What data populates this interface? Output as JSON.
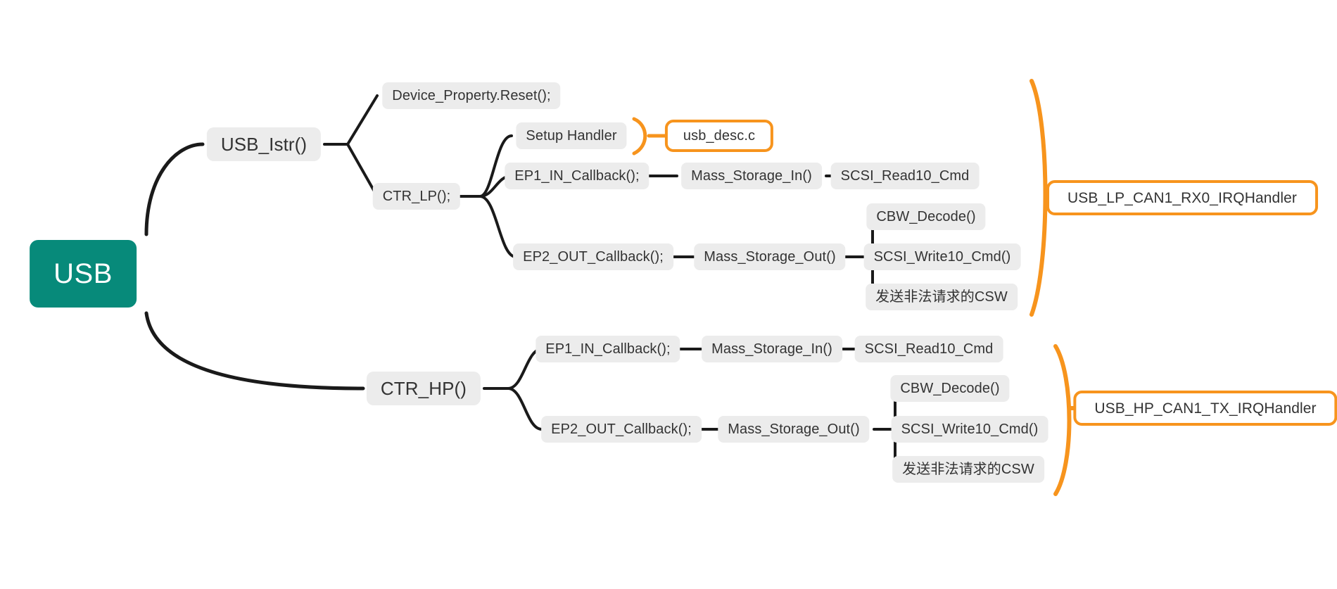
{
  "diagram": {
    "type": "mindmap",
    "title": "USB",
    "background": "#ffffff",
    "colors": {
      "root_fill": "#078a7a",
      "root_text": "#ffffff",
      "node_fill": "#ececec",
      "node_text": "#333333",
      "edge": "#1a1a1a",
      "accent": "#f7941d"
    }
  },
  "root": {
    "label": "USB"
  },
  "branches": {
    "usb_istr": {
      "label": "USB_Istr()",
      "children": {
        "device_property_reset": {
          "label": "Device_Property.Reset();"
        },
        "ctr_lp": {
          "label": "CTR_LP();",
          "children": {
            "setup_handler": {
              "label": "Setup Handler"
            },
            "ep1_in_callback": {
              "label": "EP1_IN_Callback();",
              "children": {
                "mass_storage_in": {
                  "label": "Mass_Storage_In()",
                  "children": {
                    "scsi_read10": {
                      "label": "SCSI_Read10_Cmd"
                    }
                  }
                }
              }
            },
            "ep2_out_callback": {
              "label": "EP2_OUT_Callback();",
              "children": {
                "mass_storage_out": {
                  "label": "Mass_Storage_Out()",
                  "children": {
                    "cbw_decode": {
                      "label": "CBW_Decode()"
                    },
                    "scsi_write10": {
                      "label": "SCSI_Write10_Cmd()"
                    },
                    "illegal_csw": {
                      "label": "发送非法请求的CSW"
                    }
                  }
                }
              }
            }
          }
        }
      }
    },
    "ctr_hp": {
      "label": "CTR_HP()",
      "children": {
        "ep1_in_callback": {
          "label": "EP1_IN_Callback();",
          "children": {
            "mass_storage_in": {
              "label": "Mass_Storage_In()",
              "children": {
                "scsi_read10": {
                  "label": "SCSI_Read10_Cmd"
                }
              }
            }
          }
        },
        "ep2_out_callback": {
          "label": "EP2_OUT_Callback();",
          "children": {
            "mass_storage_out": {
              "label": "Mass_Storage_Out()",
              "children": {
                "cbw_decode": {
                  "label": "CBW_Decode()"
                },
                "scsi_write10": {
                  "label": "SCSI_Write10_Cmd()"
                },
                "illegal_csw": {
                  "label": "发送非法请求的CSW"
                }
              }
            }
          }
        }
      }
    }
  },
  "annotations": {
    "usb_desc": {
      "label": "usb_desc.c"
    },
    "lp_irq_handler": {
      "label": "USB_LP_CAN1_RX0_IRQHandler"
    },
    "hp_irq_handler": {
      "label": "USB_HP_CAN1_TX_IRQHandler"
    }
  }
}
